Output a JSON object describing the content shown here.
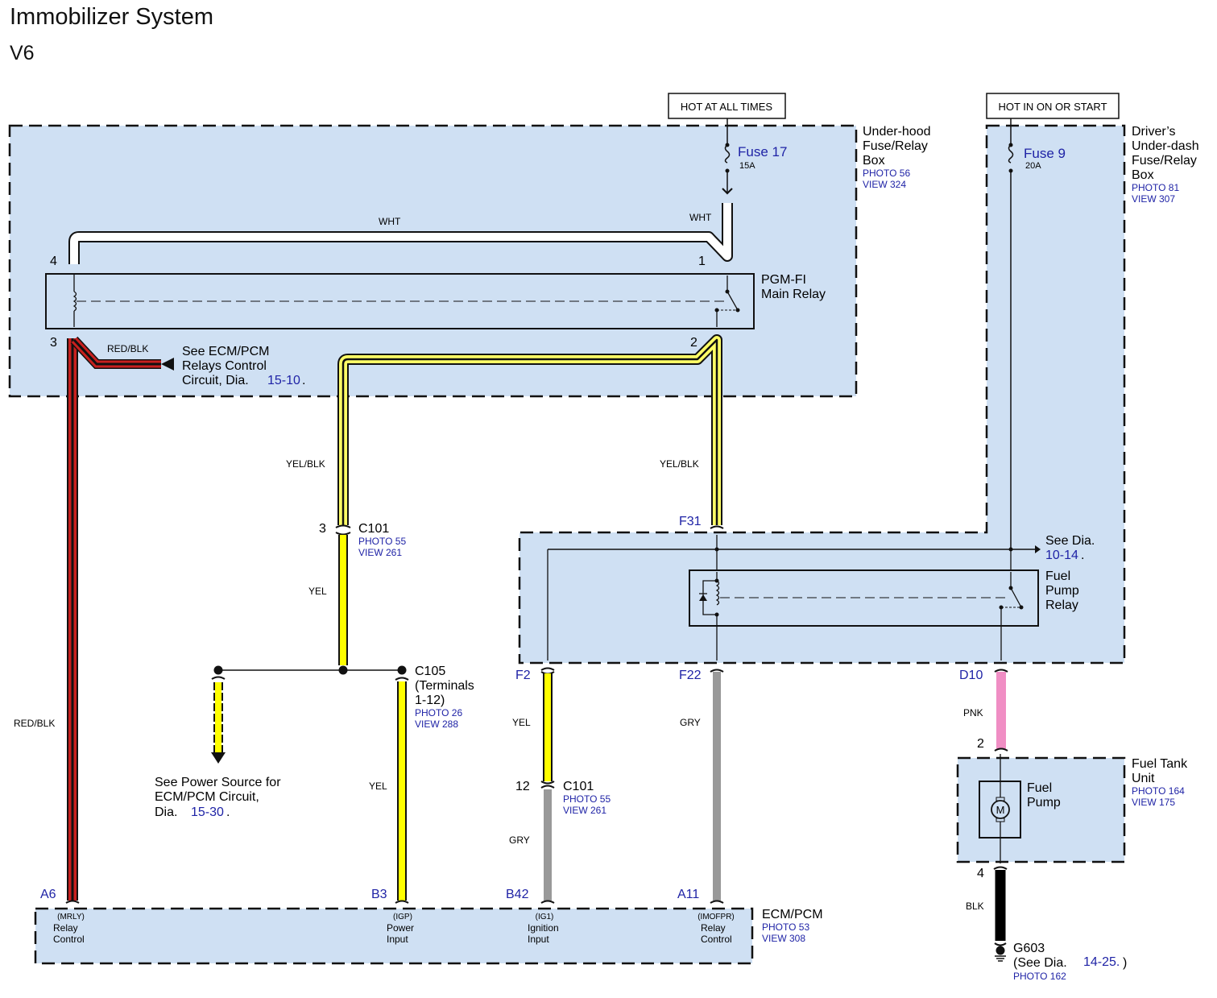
{
  "title": "Immobilizer System",
  "subtitle": "V6",
  "colors": {
    "box_fill": "#cfe0f3",
    "ref_blue": "#1f23a6",
    "wire_white": "#ffffff",
    "wire_red": "#c8201e",
    "wire_yellow": "#ffff00",
    "wire_gray": "#999999",
    "wire_pink": "#f08ec4",
    "wire_black": "#000000"
  },
  "power_labels": {
    "hot_all_times": "HOT AT ALL TIMES",
    "hot_on_start": "HOT IN ON OR START"
  },
  "underhood_box": {
    "name_lines": [
      "Under-hood",
      "Fuse/Relay",
      "Box"
    ],
    "photo": "PHOTO 56",
    "view": "VIEW 324",
    "fuse": {
      "name": "Fuse 17",
      "rating": "15A"
    }
  },
  "underdash_box": {
    "name_lines": [
      "Driver’s",
      "Under-dash",
      "Fuse/Relay",
      "Box"
    ],
    "photo": "PHOTO 81",
    "view": "VIEW 307",
    "fuse": {
      "name": "Fuse 9",
      "rating": "20A"
    }
  },
  "main_relay": {
    "name_lines": [
      "PGM-FI",
      "Main Relay"
    ],
    "pins": {
      "p1": "1",
      "p2": "2",
      "p3": "3",
      "p4": "4"
    }
  },
  "ecm_relays_ref": {
    "lines": [
      "See ECM/PCM",
      "Relays Control",
      "Circuit,  Dia."
    ],
    "dia": "15-10",
    "period": "."
  },
  "fuel_pump_relay": {
    "name_lines": [
      "Fuel",
      "Pump",
      "Relay"
    ],
    "see_dia_text": "See  Dia.",
    "see_dia_ref": "10-14",
    "period": "."
  },
  "connectors": {
    "c101_top": {
      "pin": "3",
      "name": "C101",
      "photo": "PHOTO 55",
      "view": "VIEW 261"
    },
    "c105": {
      "lines": [
        "C105",
        "(Terminals",
        "1-12)"
      ],
      "photo": "PHOTO 26",
      "view": "VIEW 288"
    },
    "c101_bottom": {
      "pin": "12",
      "name": "C101",
      "photo": "PHOTO 55",
      "view": "VIEW 261"
    }
  },
  "power_source_ref": {
    "lines": [
      "See Power Source for",
      "ECM/PCM Circuit,",
      " Dia."
    ],
    "dia": "15-30",
    "period": "."
  },
  "terminals": {
    "F31": "F31",
    "F2": "F2",
    "F22": "F22",
    "D10": "D10",
    "A6": "A6",
    "B3": "B3",
    "B42": "B42",
    "A11": "A11"
  },
  "wire_labels": {
    "wht_horizontal": "WHT",
    "wht_vertical": "WHT",
    "red_blk_branch": "RED/BLK",
    "red_blk_main": "RED/BLK",
    "yel_blk_left": "YEL/BLK",
    "yel_blk_right": "YEL/BLK",
    "yel_c101": "YEL",
    "yel_c105": "YEL",
    "yel_f2": "YEL",
    "gry_c101": "GRY",
    "gry_f22": "GRY",
    "pnk": "PNK",
    "blk": "BLK"
  },
  "fuel_tank_unit": {
    "name_lines": [
      "Fuel Tank",
      "Unit"
    ],
    "photo": "PHOTO 164",
    "view": "VIEW 175",
    "pump_lines": [
      "Fuel",
      "Pump"
    ],
    "motor_symbol": "M",
    "pin_top": "2",
    "pin_bottom": "4"
  },
  "ground": {
    "name": "G603",
    "see_text": "(See  Dia.",
    "dia": "14-25.",
    "close": ")",
    "photo": "PHOTO 162"
  },
  "ecm": {
    "name": "ECM/PCM",
    "photo": "PHOTO 53",
    "view": "VIEW 308",
    "pins": [
      {
        "code": "(MRLY)",
        "l1": "Relay",
        "l2": "Control"
      },
      {
        "code": "(IGP)",
        "l1": "Power",
        "l2": "Input"
      },
      {
        "code": "(IG1)",
        "l1": "Ignition",
        "l2": "Input"
      },
      {
        "code": "(IMOFPR)",
        "l1": "Relay",
        "l2": "Control"
      }
    ]
  }
}
